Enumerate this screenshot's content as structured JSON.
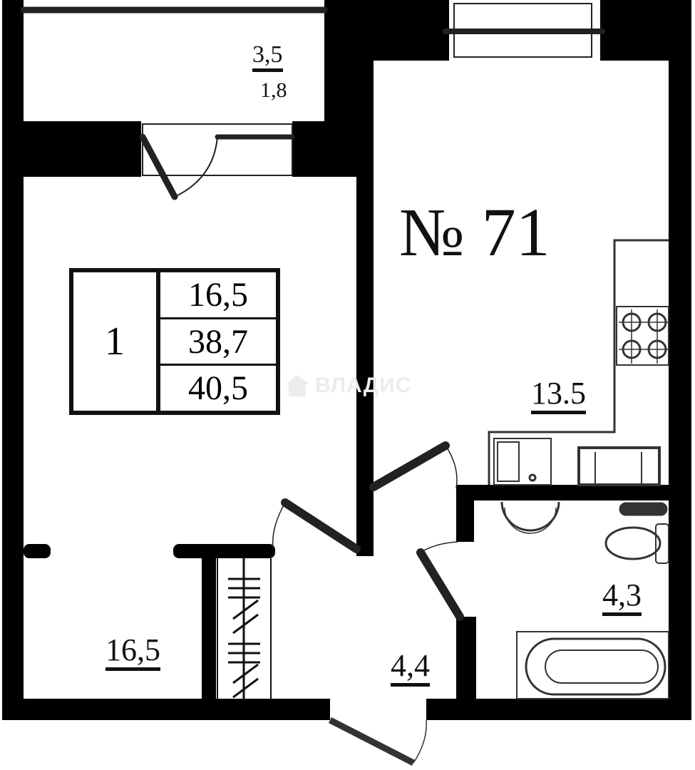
{
  "plan": {
    "apartment_number": "№ 71",
    "summary": {
      "rooms": "1",
      "living_area": "16,5",
      "total_area": "38,7",
      "total_area_with_balcony": "40,5"
    },
    "rooms": {
      "balcony": {
        "area": "3,5",
        "reduced_area": "1,8"
      },
      "kitchen": {
        "area": "13.5"
      },
      "living_room": {
        "area": "16,5"
      },
      "hallway": {
        "area": "4,4"
      },
      "bathroom": {
        "area": "4,3"
      }
    },
    "watermark": "ВЛАДИС",
    "colors": {
      "wall": "#000000",
      "background": "#ffffff",
      "watermark": "#ececec"
    }
  }
}
